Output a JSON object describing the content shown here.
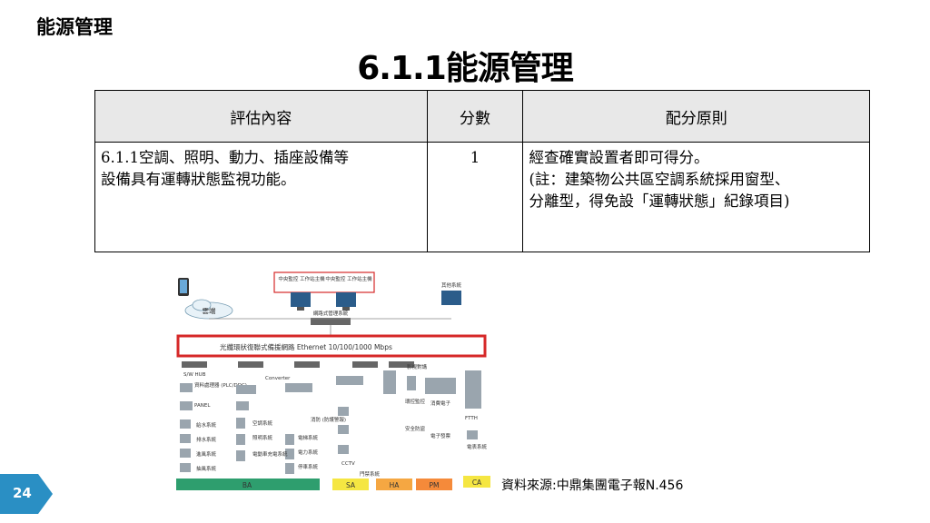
{
  "header": {
    "section_label": "能源管理",
    "title": "6.1.1能源管理"
  },
  "table": {
    "headers": [
      "評估內容",
      "分數",
      "配分原則"
    ],
    "row": {
      "content_line1": "6.1.1空調、照明、動力、插座設備等",
      "content_line2": "設備具有運轉狀態監視功能。",
      "score": "1",
      "principle_line1": "經查確實設置者即可得分。",
      "principle_line2": "(註：建築物公共區空調系統採用窗型、",
      "principle_line3": "分離型，得免設「運轉狀態」紀錄項目)"
    }
  },
  "diagram": {
    "top_labels": [
      "中央監控 工作站主機",
      "中央監控 工作站主機"
    ],
    "other_system": "其他系統",
    "cloud": "雲端",
    "network_mgmt": "網路式管理系統",
    "ring": "光纖環狀復聯式備援網路 Ethernet 10/100/1000 Mbps",
    "labels": [
      "S/W HUB",
      "Converter",
      "資料處理器 (PLC/DDC)",
      "PANEL",
      "給水系統",
      "排水系統",
      "進風系統",
      "抽風系統",
      "空調系統",
      "照明系統",
      "電動車充電系統",
      "消防 (防護警報)",
      "電梯系統",
      "電力系統",
      "停車系統",
      "CCTV",
      "門禁系統",
      "影視對講",
      "環控監控",
      "安全防盜",
      "消費電子",
      "電子發票",
      "FTTH",
      "電表系統"
    ],
    "legend": [
      "BA",
      "SA",
      "HA",
      "PM",
      "CA"
    ],
    "legend_colors": [
      "#2e9e6e",
      "#f5e642",
      "#f5a742",
      "#f58a3a",
      "#f5e642"
    ]
  },
  "source": "資料來源:中鼎集團電子報N.456",
  "page_number": "24",
  "colors": {
    "badge": "#2a8fc4",
    "ring": "#d62828"
  }
}
